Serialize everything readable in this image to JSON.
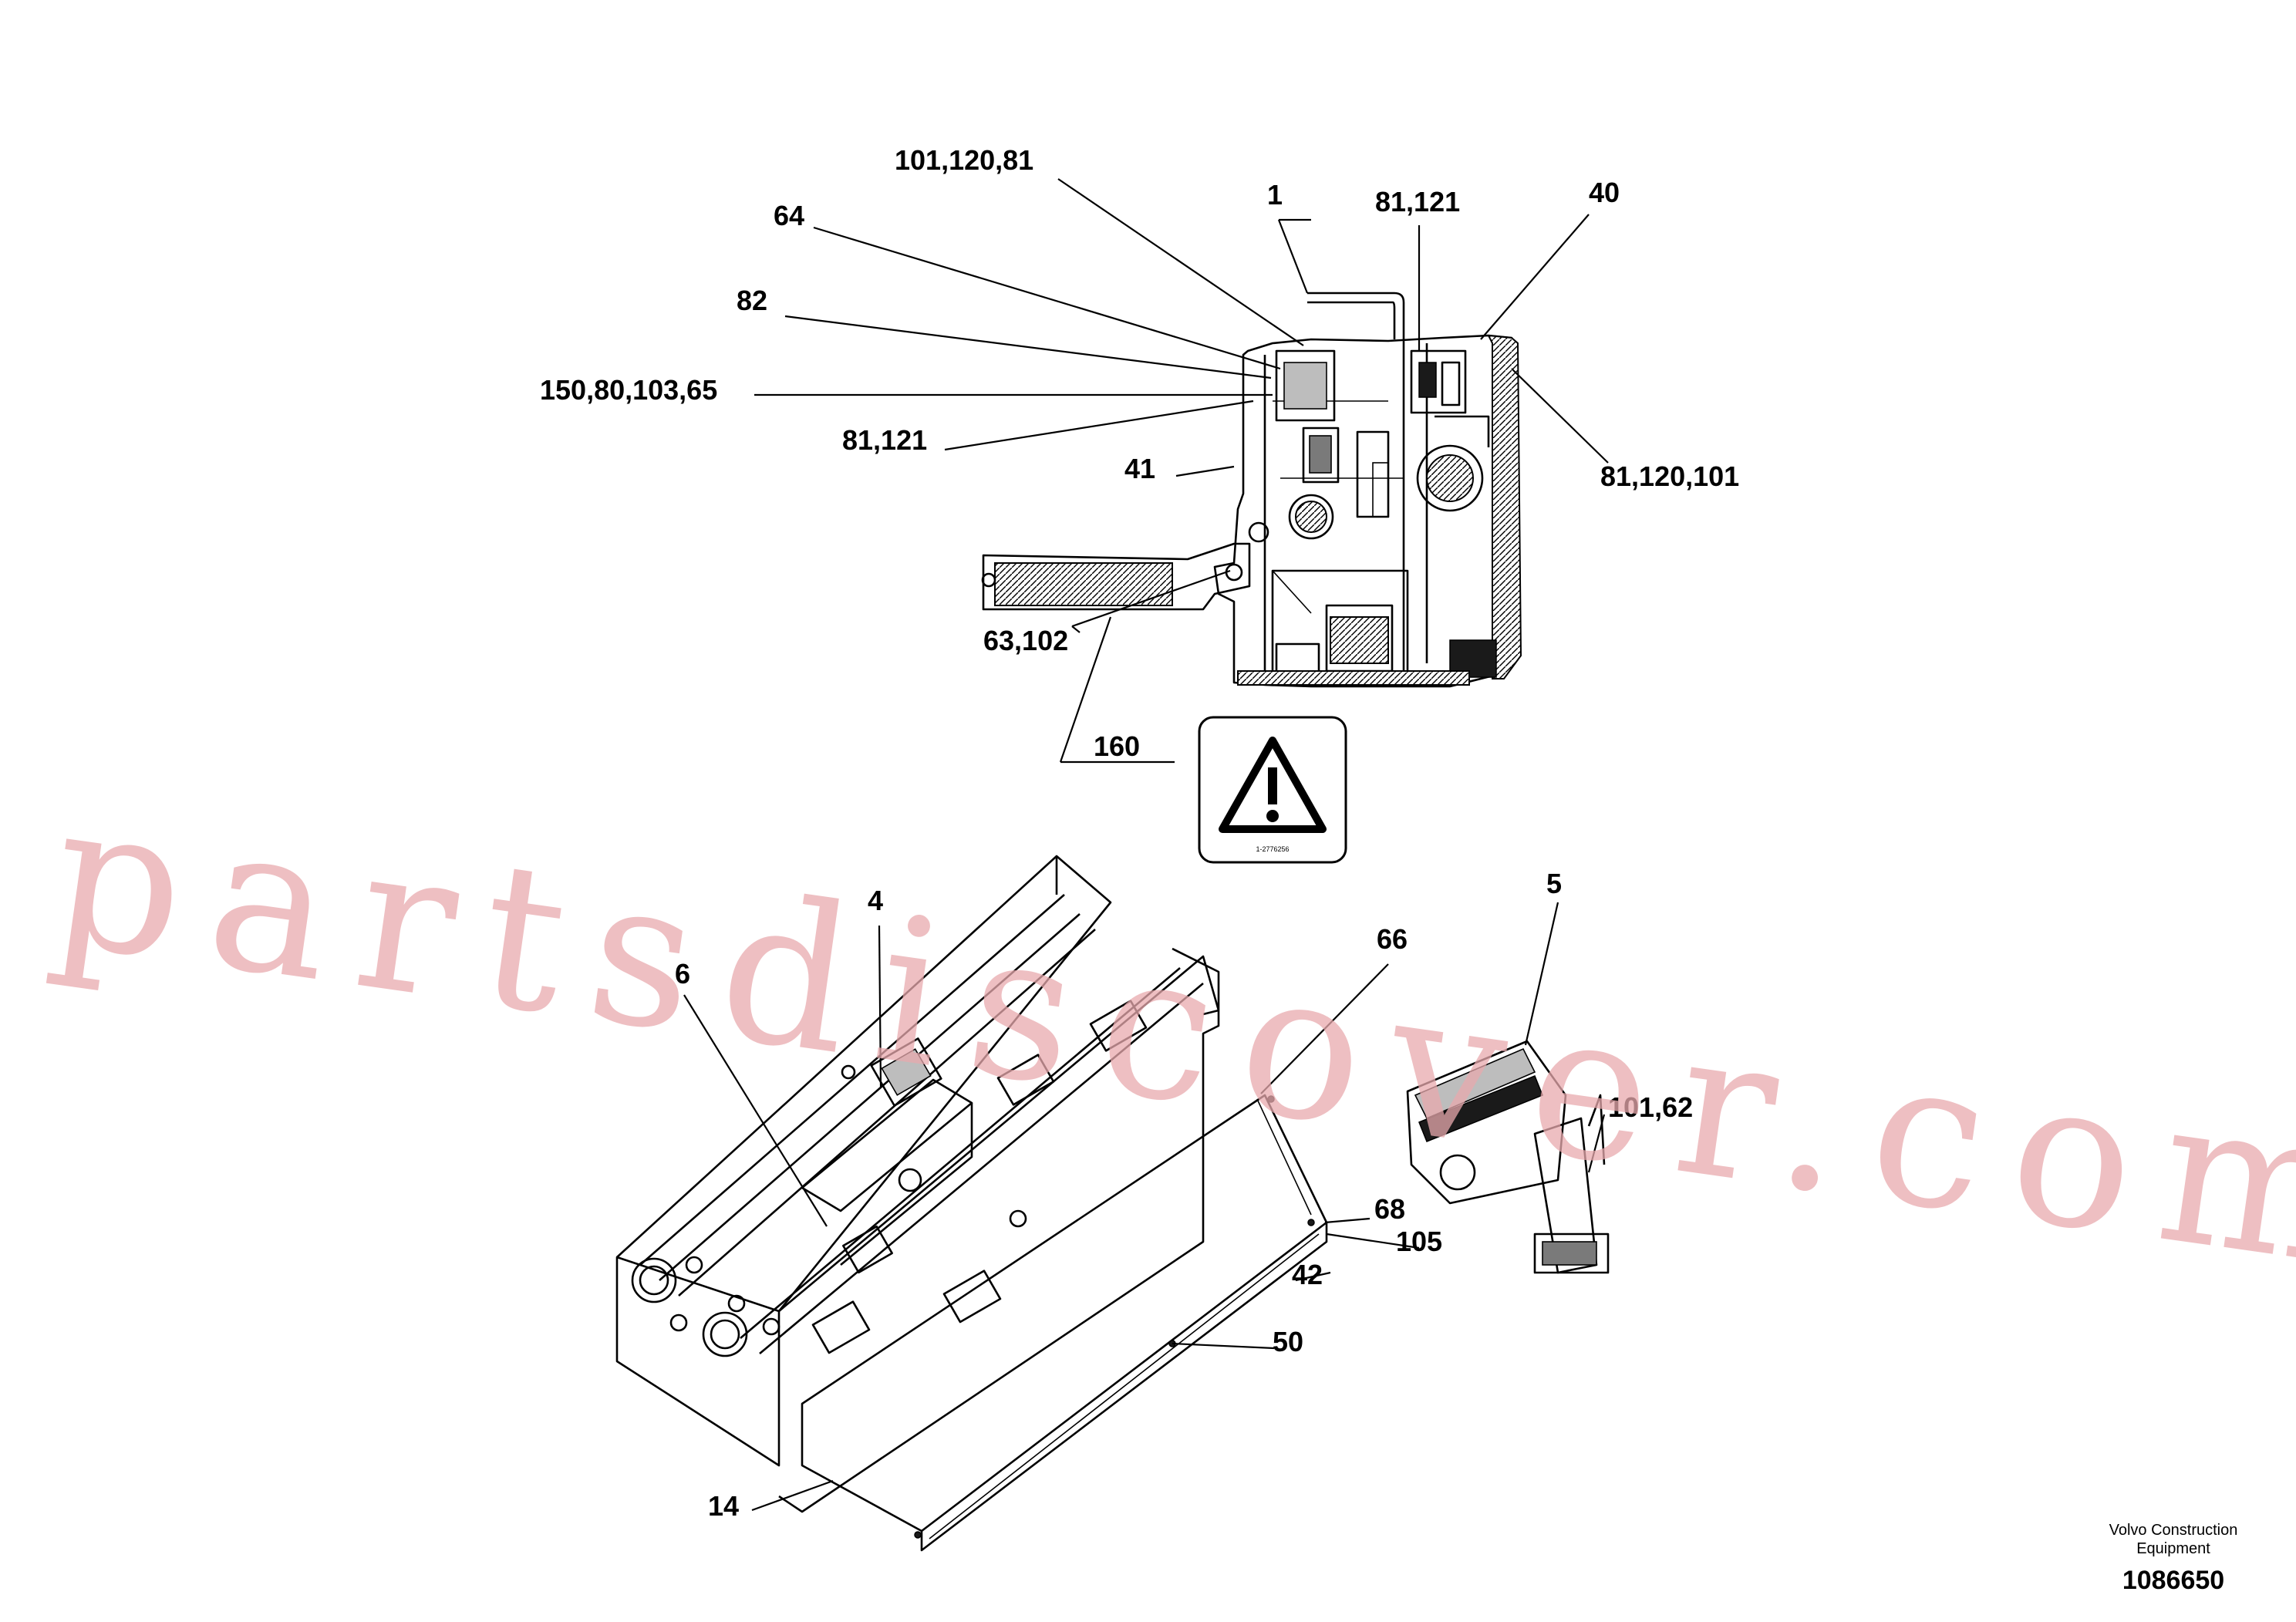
{
  "callouts": {
    "c_101_120_81": "101,120,81",
    "c_64": "64",
    "c_1": "1",
    "c_81_121_top": "81,121",
    "c_40": "40",
    "c_82": "82",
    "c_150_80_103_65": "150,80,103,65",
    "c_81_121_left": "81,121",
    "c_41": "41",
    "c_81_120_101": "81,120,101",
    "c_63_102": "63,102",
    "c_160": "160",
    "c_4": "4",
    "c_6": "6",
    "c_66": "66",
    "c_5": "5",
    "c_101_62": "101,62",
    "c_68": "68",
    "c_105": "105",
    "c_42": "42",
    "c_50": "50",
    "c_14": "14"
  },
  "warning_sign": {
    "icon": "warning-triangle-icon",
    "code": "1-2776256"
  },
  "footer": {
    "brand_line1": "Volvo Construction",
    "brand_line2": "Equipment",
    "drawing_number": "1086650"
  },
  "watermark": {
    "text": "partsdiscover.com",
    "color": "#e8a9ad"
  }
}
